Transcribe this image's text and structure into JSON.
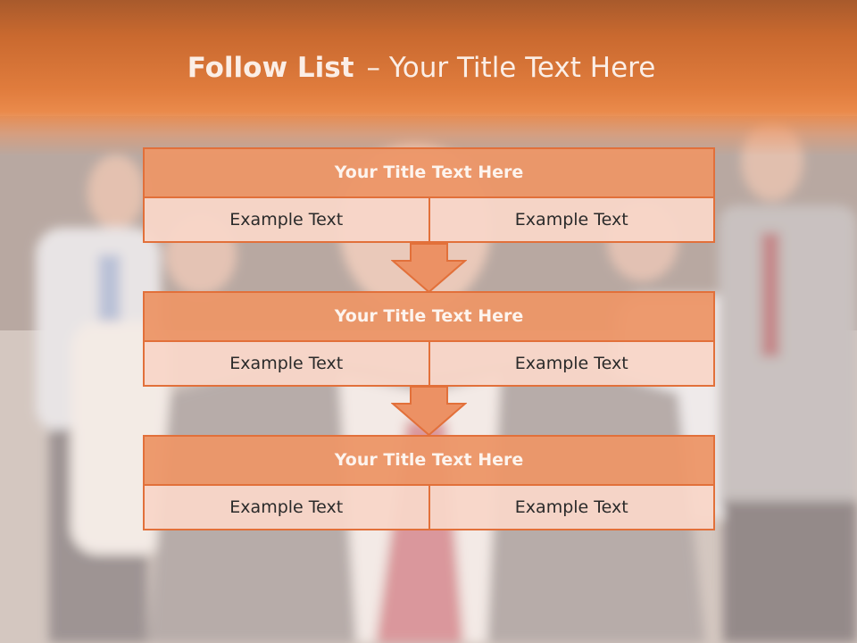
{
  "slide": {
    "title_bold": "Follow List",
    "title_dash": "–",
    "title_rest": "Your Title Text Here"
  },
  "blocks": [
    {
      "title": "Your Title Text Here",
      "left": "Example Text",
      "right": "Example Text"
    },
    {
      "title": "Your Title Text Here",
      "left": "Example Text",
      "right": "Example Text"
    },
    {
      "title": "Your Title Text Here",
      "left": "Example Text",
      "right": "Example Text"
    }
  ],
  "colors": {
    "accent": "#e07c3d",
    "border": "#e2703a",
    "title_fill": "#ec9668",
    "cell_fill": "#f8d6c8"
  }
}
